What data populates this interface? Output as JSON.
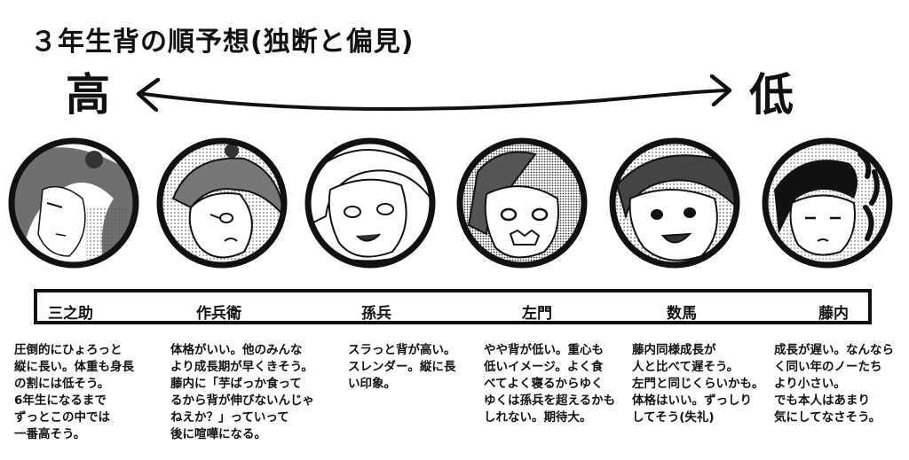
{
  "title": "３年生背の順予想(独断と偏見)",
  "scale": {
    "high": "高",
    "low": "低"
  },
  "characters": [
    {
      "name": "三之助",
      "description": "圧倒的にひょろっと\n縦に長い。体重も身長\nの割には低そう。\n6年生になるまで\nずっとこの中では\n一番高そう。",
      "portrait": "portrait-sannosuke"
    },
    {
      "name": "作兵衛",
      "description": "体格がいい。他のみんな\nより成長期が早くきそう。\n藤内に「芋ばっか食って\nるから背が伸びないんじゃ\nねえか？」っていって\n後に喧嘩になる。",
      "portrait": "portrait-sakubei"
    },
    {
      "name": "孫兵",
      "description": "スラっと背が高い。\nスレンダー。縦に長\nい印象。",
      "portrait": "portrait-magohei"
    },
    {
      "name": "左門",
      "description": "やや背が低い。重心も\n低いイメージ。よく食\nべてよく寝るからゆく\nゆくは孫兵を超えるかも\nしれない。期待大。",
      "portrait": "portrait-samon"
    },
    {
      "name": "数馬",
      "description": "藤内同様成長が\n人と比べて遅そう。\n左門と同じくらいかも。\n体格はいい。ずっしり\nしてそう(失礼)",
      "portrait": "portrait-kazuma"
    },
    {
      "name": "藤内",
      "description": "成長が遅い。なんなら\nく同い年のノーたち\nより小さい。\nでも本人はあまり\n気にしてなさそう。",
      "portrait": "portrait-tounai"
    }
  ]
}
